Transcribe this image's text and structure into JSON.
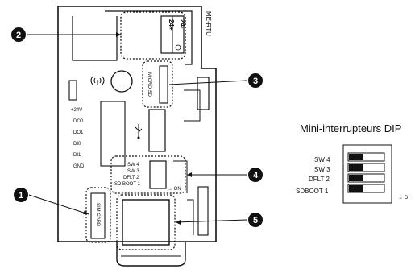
{
  "device": {
    "model": "ME-RTU",
    "terminal_plus": "24+",
    "terminal_minus": "24-",
    "pins": [
      "+24V",
      "DO0",
      "DO1",
      "DI0",
      "DI1",
      "GND"
    ],
    "micro_sd_label": "MICRO SD",
    "sim_label": "SIM CARD",
    "switch_labels": [
      "SW 4",
      "SW 3",
      "DFLT 2",
      "SD BOOT 1"
    ],
    "on_label": "→ ON"
  },
  "callouts": [
    "2",
    "3",
    "4",
    "1",
    "5"
  ],
  "detail": {
    "title": "Mini-interrupteurs DIP",
    "switch_labels": [
      "SW 4",
      "SW 3",
      "DFLT 2",
      "SDBOOT 1"
    ],
    "on_label": "→ O"
  },
  "colors": {
    "line": "#111111",
    "fill": "#ffffff",
    "callout": "#111111"
  }
}
